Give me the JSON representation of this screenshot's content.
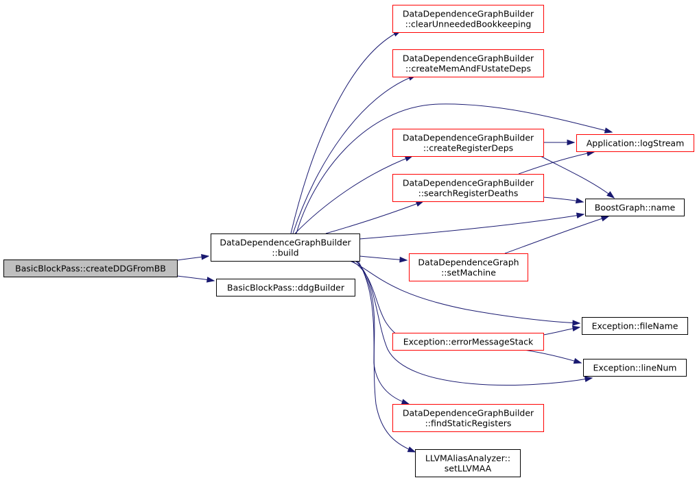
{
  "colors": {
    "edge": "#191970",
    "root_fill": "#bfbfbf",
    "root_stroke": "#000000",
    "plain_stroke": "#000000",
    "highlight_stroke": "#ff0000",
    "box_fill": "#ffffff"
  },
  "nodes": [
    {
      "id": "root",
      "lines": [
        "BasicBlockPass::createDDGFromBB"
      ],
      "style": "root"
    },
    {
      "id": "build",
      "lines": [
        "DataDependenceGraphBuilder",
        "::build"
      ],
      "style": "plain"
    },
    {
      "id": "ddgBuilder",
      "lines": [
        "BasicBlockPass::ddgBuilder"
      ],
      "style": "plain"
    },
    {
      "id": "clearUnneeded",
      "lines": [
        "DataDependenceGraphBuilder",
        "::clearUnneededBookkeeping"
      ],
      "style": "highlight"
    },
    {
      "id": "createMem",
      "lines": [
        "DataDependenceGraphBuilder",
        "::createMemAndFUstateDeps"
      ],
      "style": "highlight"
    },
    {
      "id": "createReg",
      "lines": [
        "DataDependenceGraphBuilder",
        "::createRegisterDeps"
      ],
      "style": "highlight"
    },
    {
      "id": "searchReg",
      "lines": [
        "DataDependenceGraphBuilder",
        "::searchRegisterDeaths"
      ],
      "style": "highlight"
    },
    {
      "id": "setMachine",
      "lines": [
        "DataDependenceGraph",
        "::setMachine"
      ],
      "style": "highlight"
    },
    {
      "id": "errorStack",
      "lines": [
        "Exception::errorMessageStack"
      ],
      "style": "highlight"
    },
    {
      "id": "findStatic",
      "lines": [
        "DataDependenceGraphBuilder",
        "::findStaticRegisters"
      ],
      "style": "highlight"
    },
    {
      "id": "setLLVMAA",
      "lines": [
        "LLVMAliasAnalyzer::",
        "setLLVMAA"
      ],
      "style": "plain"
    },
    {
      "id": "logStream",
      "lines": [
        "Application::logStream"
      ],
      "style": "highlight"
    },
    {
      "id": "bgName",
      "lines": [
        "BoostGraph::name"
      ],
      "style": "plain"
    },
    {
      "id": "fileName",
      "lines": [
        "Exception::fileName"
      ],
      "style": "plain"
    },
    {
      "id": "lineNum",
      "lines": [
        "Exception::lineNum"
      ],
      "style": "plain"
    }
  ],
  "edges": [
    {
      "from": "root",
      "to": "build"
    },
    {
      "from": "root",
      "to": "ddgBuilder"
    },
    {
      "from": "build",
      "to": "clearUnneeded"
    },
    {
      "from": "build",
      "to": "createMem"
    },
    {
      "from": "build",
      "to": "logStream"
    },
    {
      "from": "build",
      "to": "createReg"
    },
    {
      "from": "build",
      "to": "searchReg"
    },
    {
      "from": "build",
      "to": "bgName"
    },
    {
      "from": "build",
      "to": "setMachine"
    },
    {
      "from": "build",
      "to": "fileName"
    },
    {
      "from": "build",
      "to": "errorStack"
    },
    {
      "from": "build",
      "to": "lineNum"
    },
    {
      "from": "build",
      "to": "findStatic"
    },
    {
      "from": "build",
      "to": "setLLVMAA"
    },
    {
      "from": "createReg",
      "to": "logStream"
    },
    {
      "from": "createReg",
      "to": "bgName"
    },
    {
      "from": "searchReg",
      "to": "logStream"
    },
    {
      "from": "searchReg",
      "to": "bgName"
    },
    {
      "from": "setMachine",
      "to": "bgName"
    },
    {
      "from": "errorStack",
      "to": "fileName"
    },
    {
      "from": "errorStack",
      "to": "lineNum"
    }
  ]
}
